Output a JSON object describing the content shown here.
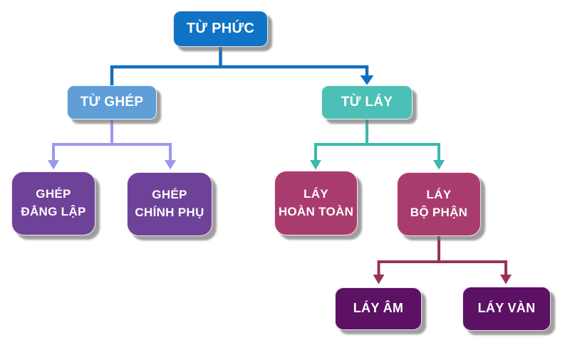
{
  "diagram": {
    "type": "tree",
    "language": "vi",
    "root": "TỪ PHỨC",
    "nodes": {
      "tu_phuc": {
        "label": "TỪ PHỨC",
        "lines": [
          "TỪ PHỨC"
        ],
        "parent": null,
        "color": "#1173c5"
      },
      "tu_ghep": {
        "label": "TỪ GHÉP",
        "lines": [
          "TỪ GHÉP"
        ],
        "parent": "TỪ PHỨC",
        "color": "#5f9ed6"
      },
      "tu_lay": {
        "label": "TỪ LÁY",
        "lines": [
          "TỪ LÁY"
        ],
        "parent": "TỪ PHỨC",
        "color": "#4cc0b6"
      },
      "ghep_dang_lap": {
        "label": "GHÉP ĐẲNG LẬP",
        "lines": [
          "GHÉP",
          "ĐẲNG LẬP"
        ],
        "parent": "TỪ GHÉP",
        "color": "#6f4299"
      },
      "ghep_chinh_phu": {
        "label": "GHÉP CHÍNH PHỤ",
        "lines": [
          "GHÉP",
          "CHÍNH PHỤ"
        ],
        "parent": "TỪ GHÉP",
        "color": "#6f4299"
      },
      "lay_hoan_toan": {
        "label": "LÁY HOÀN TOÀN",
        "lines": [
          "LÁY",
          "HOÀN TOÀN"
        ],
        "parent": "TỪ LÁY",
        "color": "#a93c6e"
      },
      "lay_bo_phan": {
        "label": "LÁY BỘ PHẬN",
        "lines": [
          "LÁY",
          "BỘ PHẬN"
        ],
        "parent": "TỪ LÁY",
        "color": "#a93c6e"
      },
      "lay_am": {
        "label": "LÁY ÂM",
        "lines": [
          "LÁY ÂM"
        ],
        "parent": "LÁY BỘ PHẬN",
        "color": "#5c1164"
      },
      "lay_van": {
        "label": "LÁY VÀN",
        "lines": [
          "LÁY VÀN"
        ],
        "parent": "LÁY BỘ PHẬN",
        "color": "#5c1164"
      }
    }
  },
  "colors": {
    "background": "#ffffff",
    "node-tu-phuc": "#1173c5",
    "node-tu-ghep": "#5f9ed6",
    "node-tu-lay": "#4cc0b6",
    "node-ghep": "#6f4299",
    "node-lay": "#a93c6e",
    "node-dark": "#5c1164",
    "blue-line": "#1070c0",
    "lavender-line": "#9a99ee",
    "teal-line": "#3cb8ad",
    "maroon-line": "#9a3158",
    "text": "#ffffff"
  }
}
